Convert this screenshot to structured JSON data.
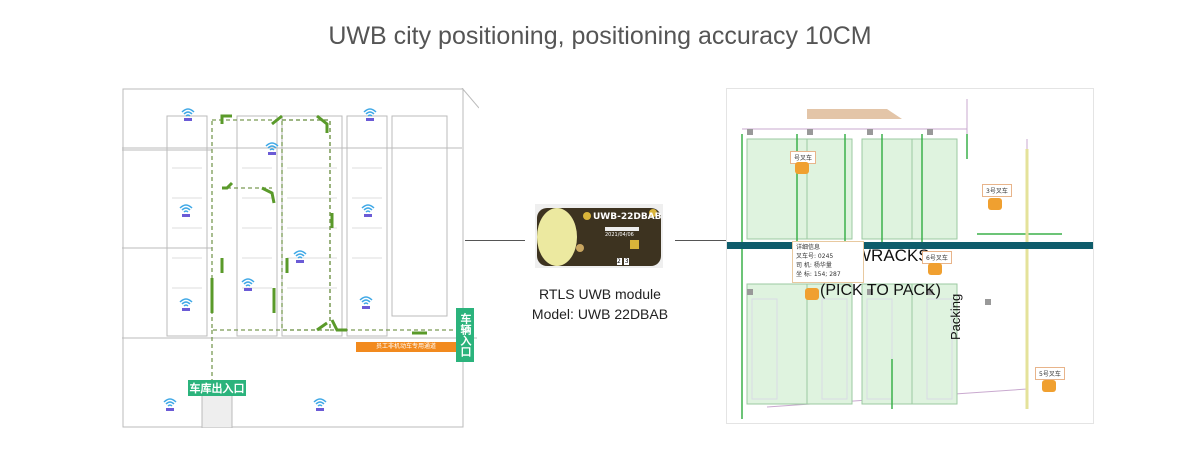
{
  "title": "UWB city positioning, positioning accuracy 10CM",
  "left_plan": {
    "exit_label": "车库出入口",
    "entrance_label": "车辆入口",
    "lane_banner": "员工非机动车专用通道",
    "icon": "wifi-anchor-icon",
    "arrow_color": "#5a9a2a",
    "label_color": "#2bb37c",
    "banner_color": "#f28a1e"
  },
  "module": {
    "board_label": "UWB-22DBAB",
    "board_date": "2021/04/06",
    "board_numbers": "2 3",
    "caption_line1": "RTLS UWB module",
    "caption_line2": "Model: UWB 22DBAB"
  },
  "right_plan": {
    "wracks": "WRACKS",
    "pick_to_pack": "(PICK TO PACK)",
    "packing": "Packing",
    "info": {
      "title": "详细信息",
      "line1": "叉车号: 0245",
      "line2": "司   机: 杨华量",
      "line3": "坐   标: 154; 287"
    },
    "tags": [
      "号叉车",
      "3号叉车",
      "6号叉车",
      "5号叉车"
    ],
    "icon": "forklift-icon",
    "band_color": "#0e5c6b"
  }
}
